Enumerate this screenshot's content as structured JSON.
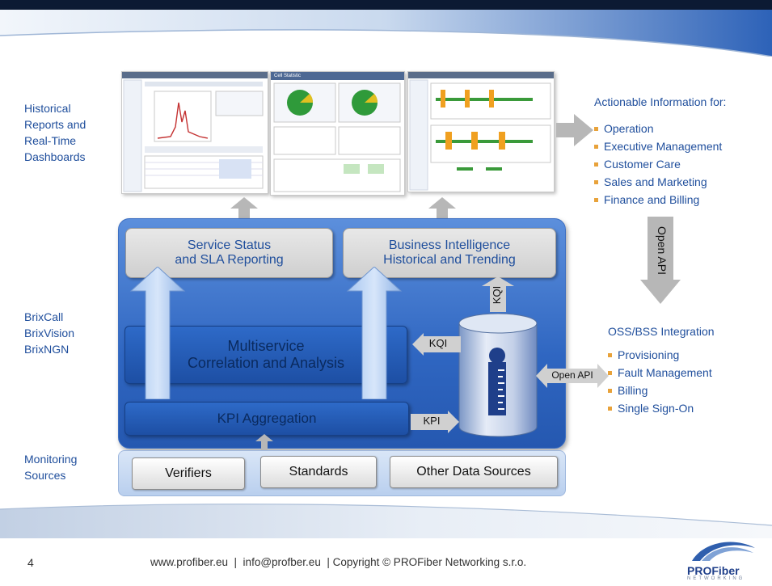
{
  "left_labels": {
    "reports": [
      "Historical",
      "Reports and",
      "Real-Time",
      "Dashboards"
    ],
    "products": [
      "BrixCall",
      "BrixVision",
      "BrixNGN"
    ],
    "sources": [
      "Monitoring",
      "Sources"
    ]
  },
  "actionable": {
    "title": "Actionable Information for:",
    "items": [
      "Operation",
      "Executive Management",
      "Customer Care",
      "Sales and Marketing",
      "Finance and Billing"
    ]
  },
  "open_api_vertical": "Open API",
  "oss": {
    "title": "OSS/BSS Integration",
    "items": [
      "Provisioning",
      "Fault Management",
      "Billing",
      "Single Sign-On"
    ]
  },
  "boxes": {
    "service_status": [
      "Service Status",
      "and SLA Reporting"
    ],
    "bi": [
      "Business Intelligence",
      "Historical and Trending"
    ],
    "multiservice": [
      "Multiservice",
      "Correlation and Analysis"
    ],
    "kpi_aggregation": "KPI Aggregation"
  },
  "tags": {
    "kqi_vertical": "KQI",
    "kqi": "KQI",
    "kpi": "KPI",
    "open_api": "Open API"
  },
  "sources": [
    "Verifiers",
    "Standards",
    "Other Data Sources"
  ],
  "footer": {
    "page": "4",
    "text": "www.profiber.eu  |  info@profber.eu  | Copyright © PROFiber Networking s.r.o."
  },
  "logo": {
    "brand": "PROFiber",
    "sub": "NETWORKING"
  },
  "screens": {
    "middle_title": "Cell Statistic"
  }
}
